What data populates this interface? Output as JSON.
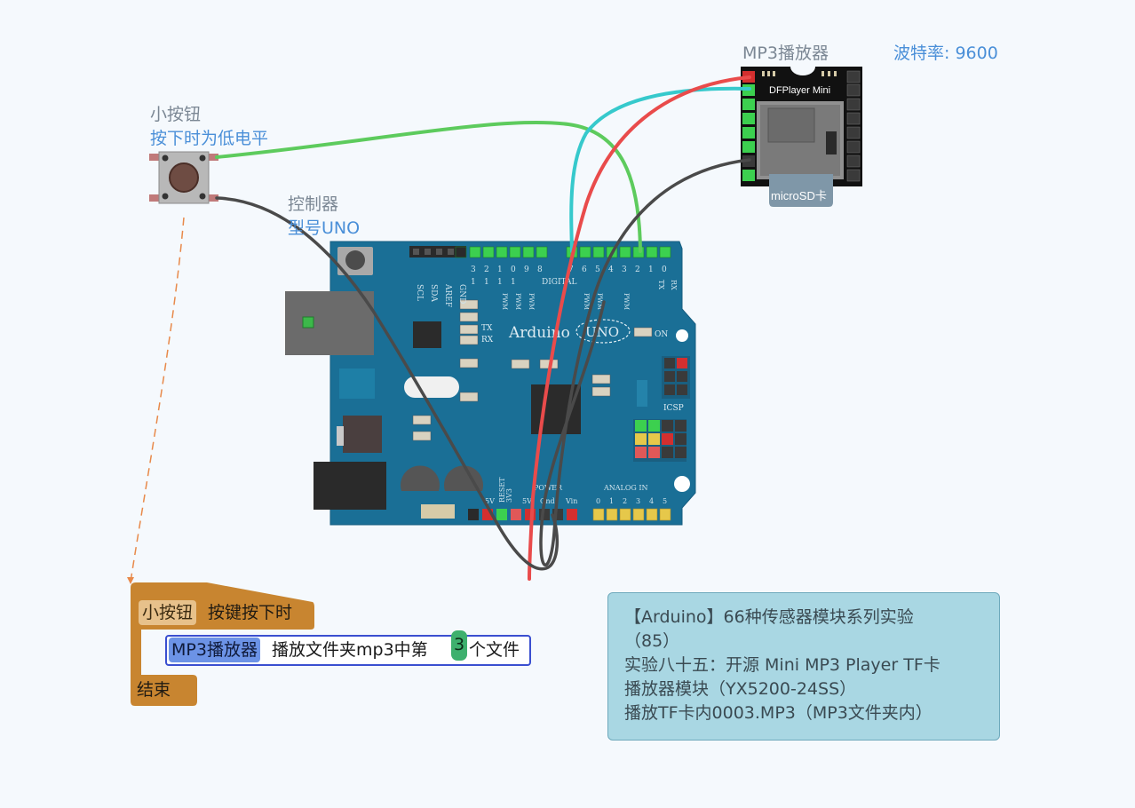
{
  "labels": {
    "button_title": "小按钮",
    "button_sub": "按下时为低电平",
    "controller_title": "控制器",
    "controller_sub": "型号UNO",
    "mp3_title": "MP3播放器",
    "baud": "波特率: 9600",
    "dfplayer": "DFPlayer Mini",
    "microsd": "microSD卡",
    "arduino_brand": "Arduino",
    "arduino_model": "UNO",
    "digital": "DIGITAL",
    "analog_in": "ANALOG IN",
    "icsp": "ICSP",
    "on": "ON",
    "tx": "TX",
    "rx": "RX",
    "power": "POWER",
    "reset": "RESET",
    "pin_5v": "5V",
    "pin_3v3": "3V3",
    "pin_gnd": "Gnd",
    "pin_vin": "Vin"
  },
  "blocks": {
    "event_chip": "小按钮",
    "event_text": "按键按下时",
    "action_chip": "MP3播放器",
    "action_text_before": "播放文件夹mp3中第",
    "action_number": "3",
    "action_text_after": "个文件",
    "end_label": "结束"
  },
  "note": {
    "lines": [
      "【Arduino】66种传感器模块系列实验",
      "（85）",
      "实验八十五：开源 Mini MP3 Player TF卡",
      "播放器模块（YX5200-24SS）",
      "播放TF卡内0003.MP3（MP3文件夹内）"
    ]
  },
  "colors": {
    "background": "#f5f9fd",
    "board": "#1a6f96",
    "block_orange": "#c88530",
    "block_blue": "#6c93e6",
    "number_green": "#3eb06e",
    "note_bg": "#a9d7e3",
    "wire_green": "#5dcb5d",
    "wire_red": "#e94b4b",
    "wire_cyan": "#36c9cc",
    "wire_black": "#4a4a4a"
  }
}
